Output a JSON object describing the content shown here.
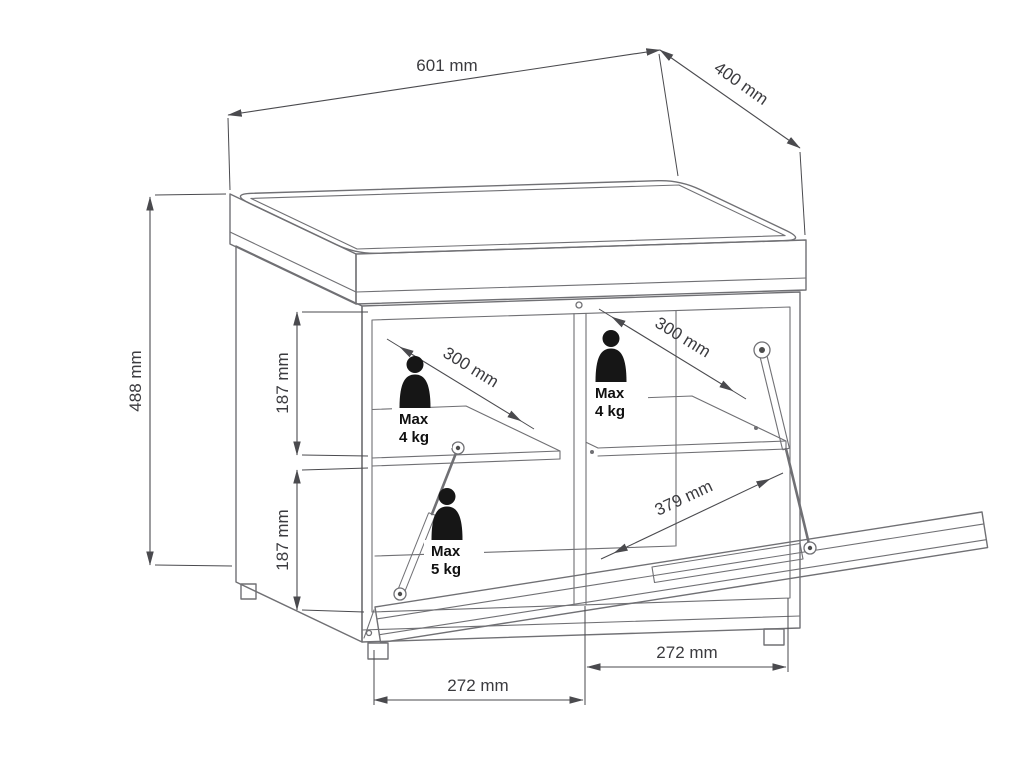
{
  "page": {
    "background": "#ffffff"
  },
  "drawing": {
    "line_color": "#707074",
    "dim_color": "#4a4a4e",
    "dimensions": {
      "width_top": "601 mm",
      "depth_top": "400 mm",
      "height_left": "488 mm",
      "inner_height_upper": "187 mm",
      "inner_height_lower": "187 mm",
      "shelf_depth_left": "300 mm",
      "shelf_depth_right": "300 mm",
      "flap_depth": "379 mm",
      "compartment_width_left": "272 mm",
      "compartment_width_right": "272 mm"
    },
    "weight_limits": [
      {
        "line1": "Max",
        "line2": "4 kg"
      },
      {
        "line1": "Max",
        "line2": "4 kg"
      },
      {
        "line1": "Max",
        "line2": "5 kg"
      }
    ]
  }
}
